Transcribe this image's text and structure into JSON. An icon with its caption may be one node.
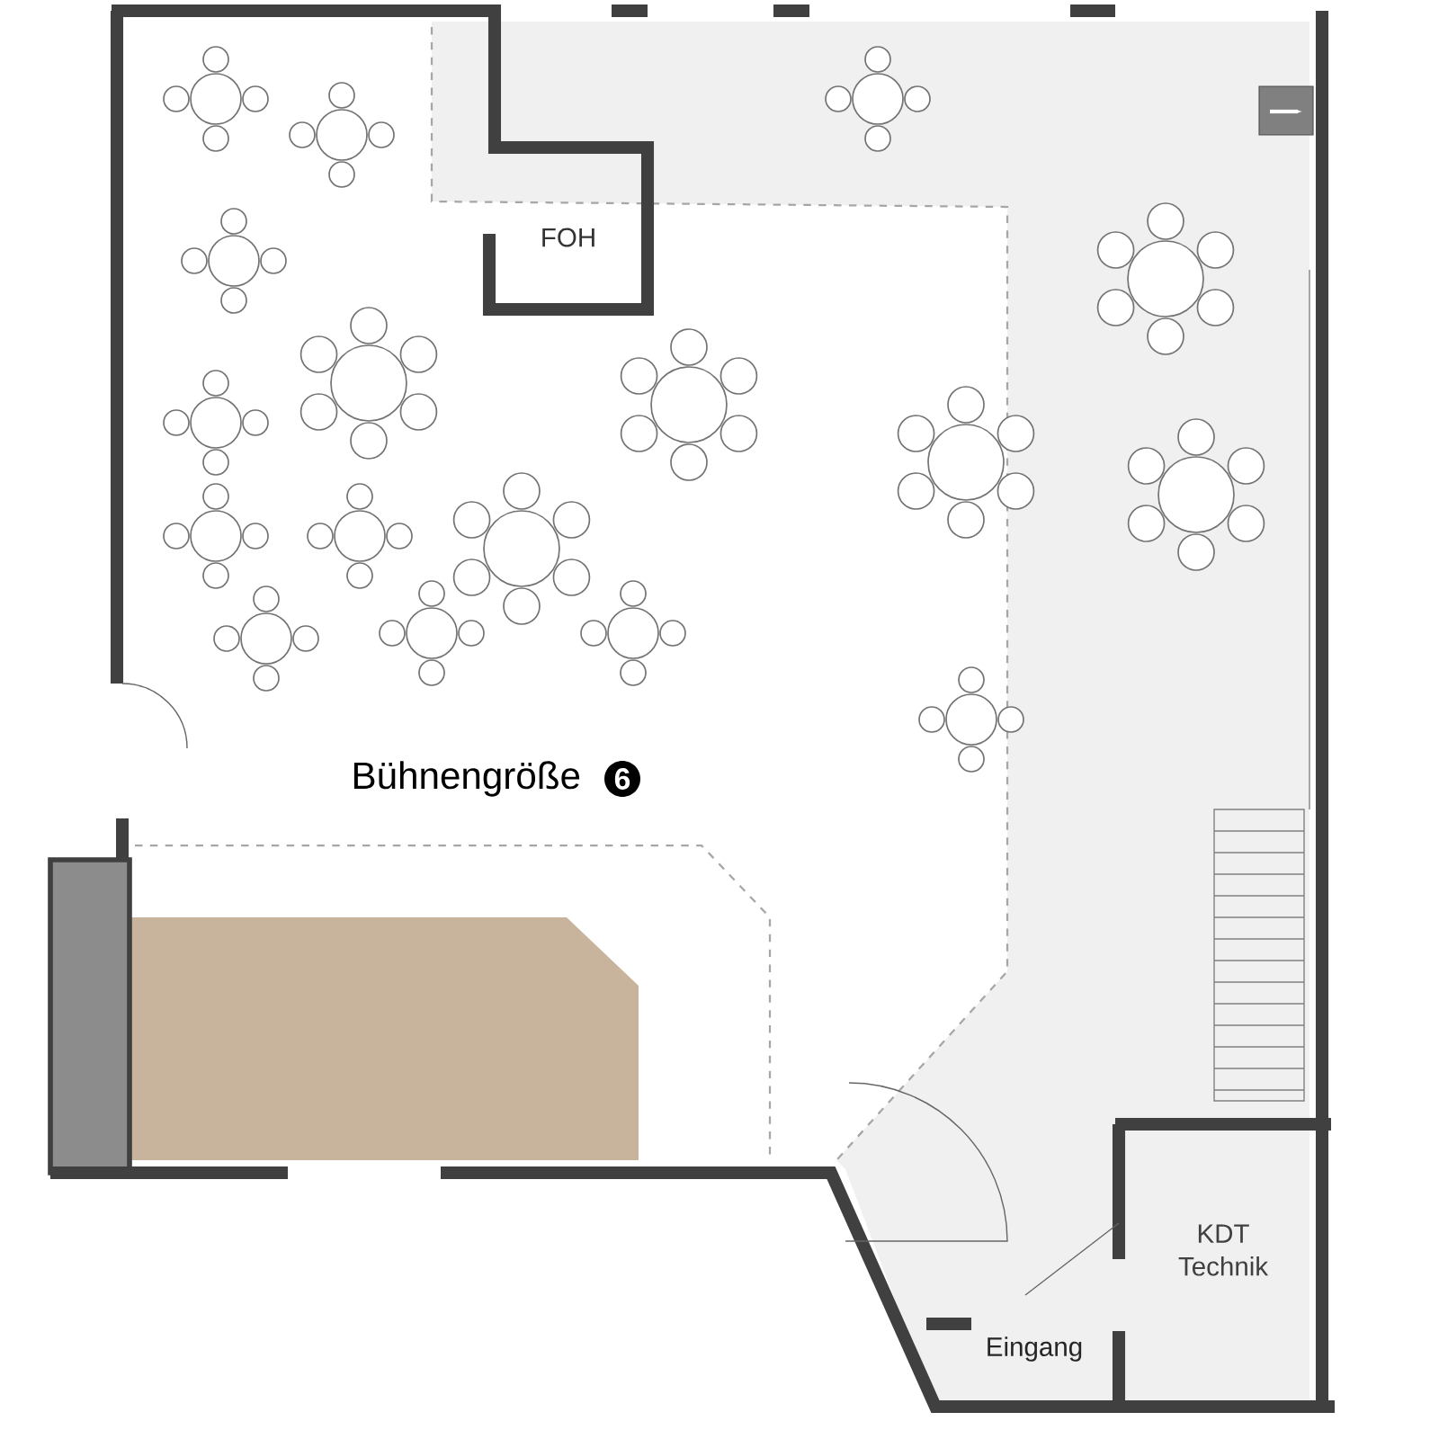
{
  "diagram": {
    "labels": [
      "FOH",
      "Bühnengröße",
      "6",
      "KDT Technik",
      "Eingang"
    ]
  }
}
